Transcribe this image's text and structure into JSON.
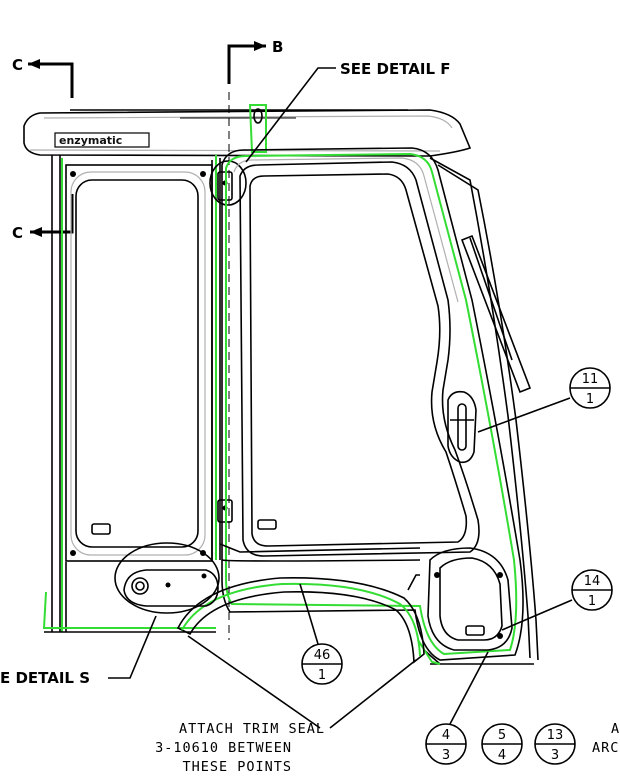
{
  "section_labels": {
    "c_top": "C",
    "c_mid": "C",
    "b": "B"
  },
  "callouts": {
    "detail_f": "SEE DETAIL  F",
    "detail_s": "E DETAIL  S",
    "trim_seal": [
      "ATTACH TRIM SEAL",
      "3-10610 BETWEEN",
      "THESE POINTS"
    ],
    "edge_fragment_1": "A",
    "edge_fragment_2": "ARC"
  },
  "logo_text": "enzymatic",
  "balloons": [
    {
      "top": "11",
      "bottom": "1"
    },
    {
      "top": "14",
      "bottom": "1"
    },
    {
      "top": "46",
      "bottom": "1"
    },
    {
      "top": "4",
      "bottom": "3"
    },
    {
      "top": "5",
      "bottom": "4"
    },
    {
      "top": "13",
      "bottom": "3"
    }
  ],
  "colors": {
    "linework": "#000000",
    "highlight": "#33dd33",
    "hidden": "#b0b0b0"
  }
}
